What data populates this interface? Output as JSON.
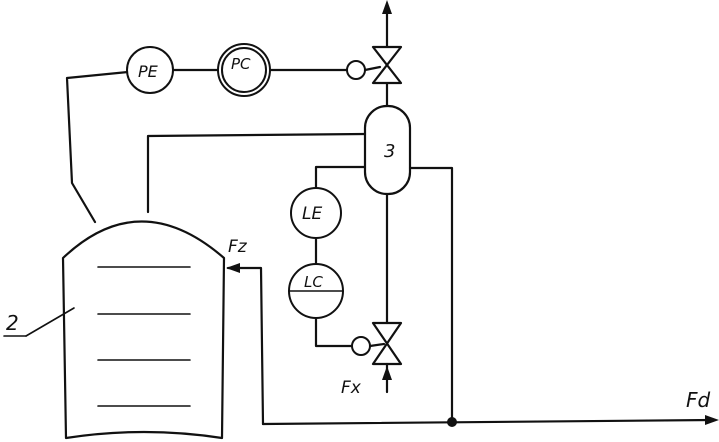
{
  "labels": {
    "reactor": "2",
    "separator": "3",
    "pressure_sensor": "PE",
    "pressure_controller": "PC",
    "level_sensor": "LE",
    "level_controller": "LC",
    "flow_fz": "Fz",
    "flow_fx": "Fx",
    "flow_fd": "Fd"
  }
}
